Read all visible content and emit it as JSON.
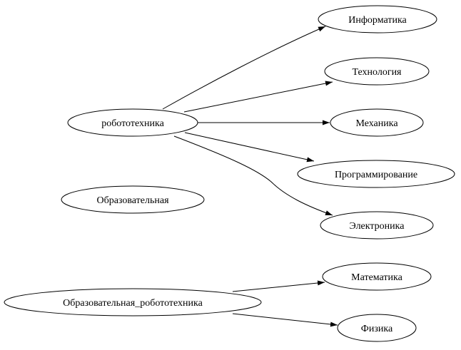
{
  "nodes": {
    "robototehnika": "робототехника",
    "obrazovatelnaya": "Образовательная",
    "obr_robot": "Образовательная_робототехника",
    "informatika": "Информатика",
    "tehnologiya": "Технология",
    "mehanika": "Механика",
    "programmirovanie": "Программирование",
    "elektronika": "Электроника",
    "matematika": "Математика",
    "fizika": "Физика"
  },
  "edges": [
    {
      "from": "робототехника",
      "to": "Информатика"
    },
    {
      "from": "робототехника",
      "to": "Технология"
    },
    {
      "from": "робототехника",
      "to": "Механика"
    },
    {
      "from": "робототехника",
      "to": "Программирование"
    },
    {
      "from": "робототехника",
      "to": "Электроника"
    },
    {
      "from": "Образовательная_робототехника",
      "to": "Математика"
    },
    {
      "from": "Образовательная_робототехника",
      "to": "Физика"
    }
  ]
}
